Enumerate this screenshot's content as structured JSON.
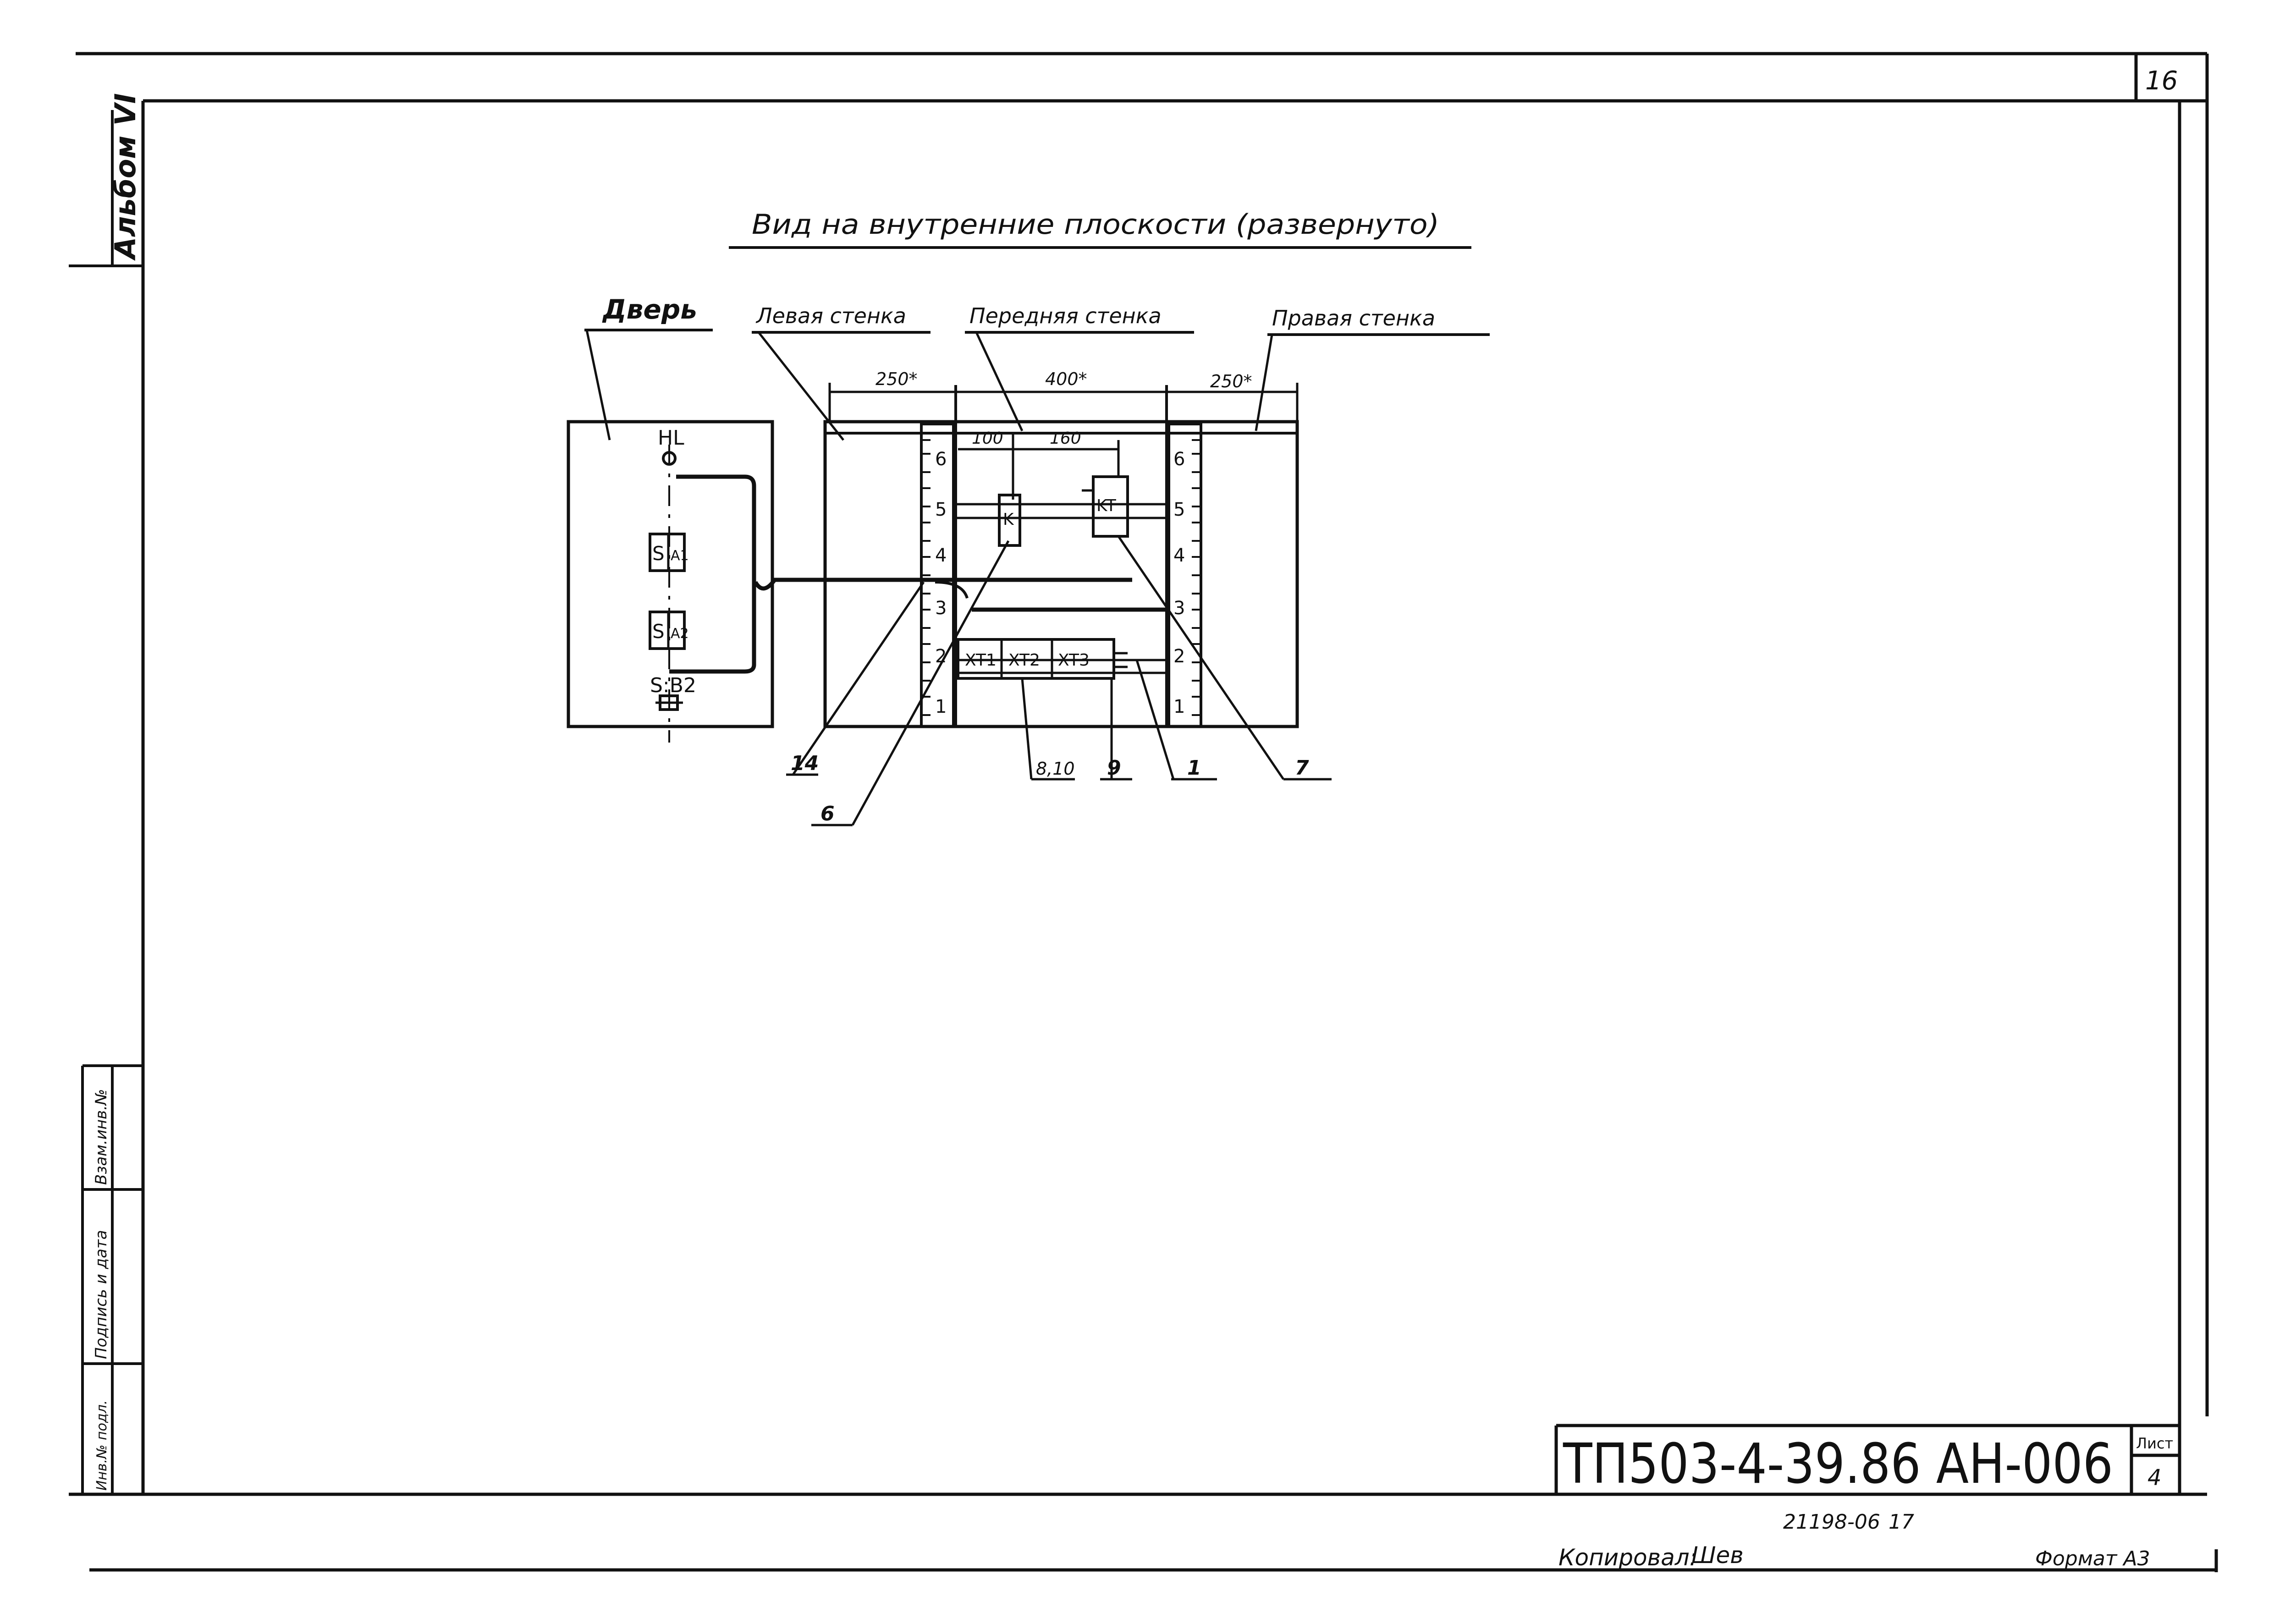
{
  "sheet": {
    "album_label": "Альбом VI",
    "sheet_top_number": "16",
    "title": "Вид на внутренние плоскости (развернуто)",
    "side_stamp": {
      "inv_no": "Инв.№ подл.",
      "signature_date": "Подпись и дата",
      "replaces_inv": "Взам.инв.№"
    },
    "title_block": {
      "designation": "ТП503-4-39.86 АН-006",
      "sheet_label": "Лист",
      "sheet_number": "4"
    },
    "footer": {
      "archive_code": "21198-06",
      "archive_page": "17",
      "copied_by_label": "Копировал:",
      "copied_by_signature": "Шев",
      "format": "Формат А3"
    }
  },
  "diagram": {
    "section_labels": {
      "door": "Дверь",
      "left_wall": "Левая стенка",
      "front_wall": "Передняя стенка",
      "right_wall": "Правая стенка"
    },
    "dimensions": {
      "left": "250*",
      "front": "400*",
      "right": "250*",
      "offset_1": "100",
      "offset_2": "160"
    },
    "door_components": {
      "lamp": "HL",
      "sa1_s": "S",
      "sa1_a": "A1",
      "sa2_s": "S",
      "sa2_a": "A2",
      "sb2": "S:B2"
    },
    "devices": {
      "relay": "K",
      "thermal_relay": "KT",
      "terminals": [
        "XT1",
        "XT2",
        "XT3"
      ]
    },
    "rail_marks": [
      "6",
      "5",
      "4",
      "3",
      "2",
      "1"
    ],
    "callouts": {
      "c14": "14",
      "c6": "6",
      "c810": "8,10",
      "c9": "9",
      "c1": "1",
      "c7": "7"
    }
  }
}
